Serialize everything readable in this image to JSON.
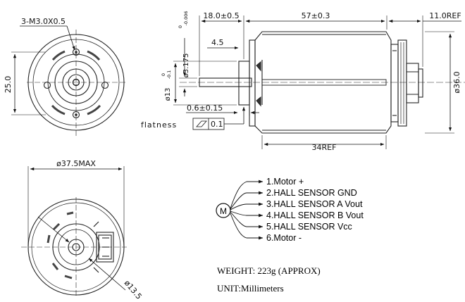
{
  "labels": {
    "screw": "3-M3.0X0.5",
    "dia_25": "25.0",
    "len_18": "18.0±0.5",
    "len_57": "57±0.3",
    "len_11": "11.0REF",
    "shaft_dia": "ø3.175",
    "shaft_tol_top": "0",
    "shaft_tol_bottom": "-0.006",
    "len_4_5": "4.5",
    "boss_dia": "ø13",
    "boss_tol_top": "0",
    "boss_tol_bottom": "-0.1",
    "len_0_6": "0.6±0.15",
    "flatness_label": "flatness",
    "flatness_value": "0.1",
    "len_34": "34REF",
    "dia_36": "ø36.0",
    "dia_37_5": "ø37.5MAX",
    "dia_13_5": "ø13.5"
  },
  "pins": {
    "motor_symbol": "M",
    "items": [
      {
        "label": "1.Motor +"
      },
      {
        "label": "2.HALL SENSOR GND"
      },
      {
        "label": "3.HALL SENSOR A Vout"
      },
      {
        "label": "4.HALL SENSOR B Vout"
      },
      {
        "label": "5.HALL SENSOR Vcc"
      },
      {
        "label": "6.Motor -"
      }
    ]
  },
  "notes": {
    "weight": "WEIGHT: 223g (APPROX)",
    "unit": "UNIT:Millimeters"
  }
}
